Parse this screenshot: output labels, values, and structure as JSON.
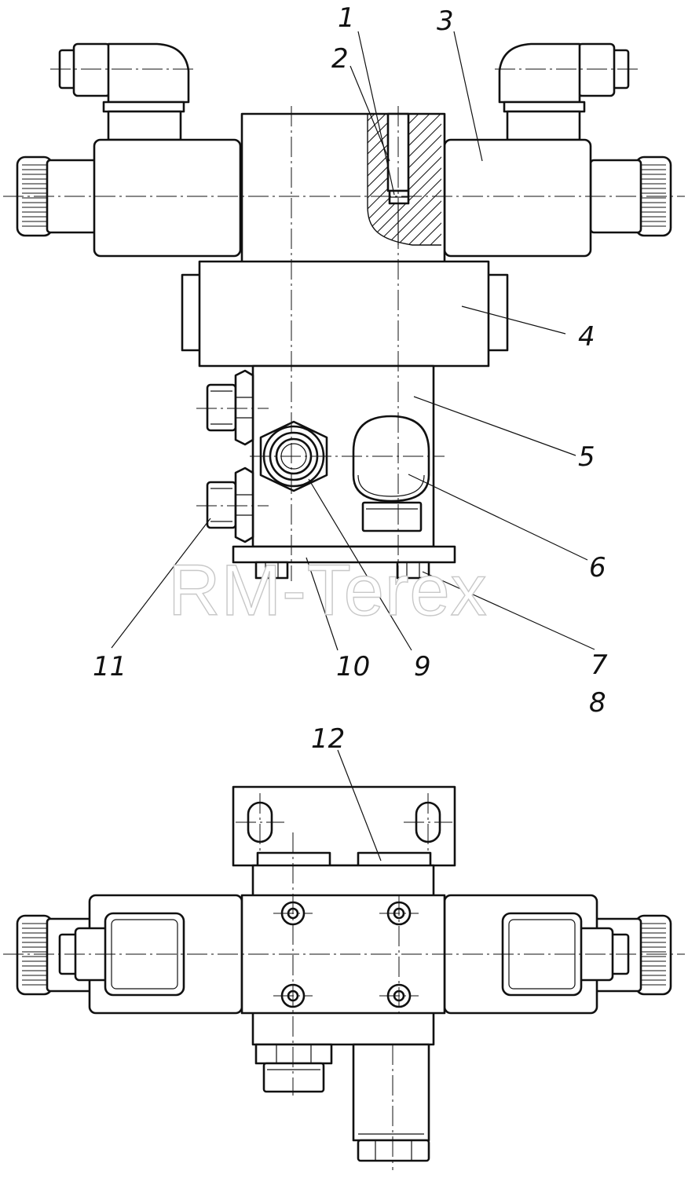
{
  "watermark": "RM-Terex",
  "callouts": [
    {
      "id": "c1",
      "text": "1"
    },
    {
      "id": "c2",
      "text": "2"
    },
    {
      "id": "c3",
      "text": "3"
    },
    {
      "id": "c4",
      "text": "4"
    },
    {
      "id": "c5",
      "text": "5"
    },
    {
      "id": "c6",
      "text": "6"
    },
    {
      "id": "c7",
      "text": "7"
    },
    {
      "id": "c8",
      "text": "8"
    },
    {
      "id": "c9",
      "text": "9"
    },
    {
      "id": "c10",
      "text": "10"
    },
    {
      "id": "c11",
      "text": "11"
    },
    {
      "id": "c12",
      "text": "12"
    }
  ],
  "colors": {
    "line": "#111111",
    "background": "#ffffff",
    "watermark": "#c8c8c8"
  }
}
